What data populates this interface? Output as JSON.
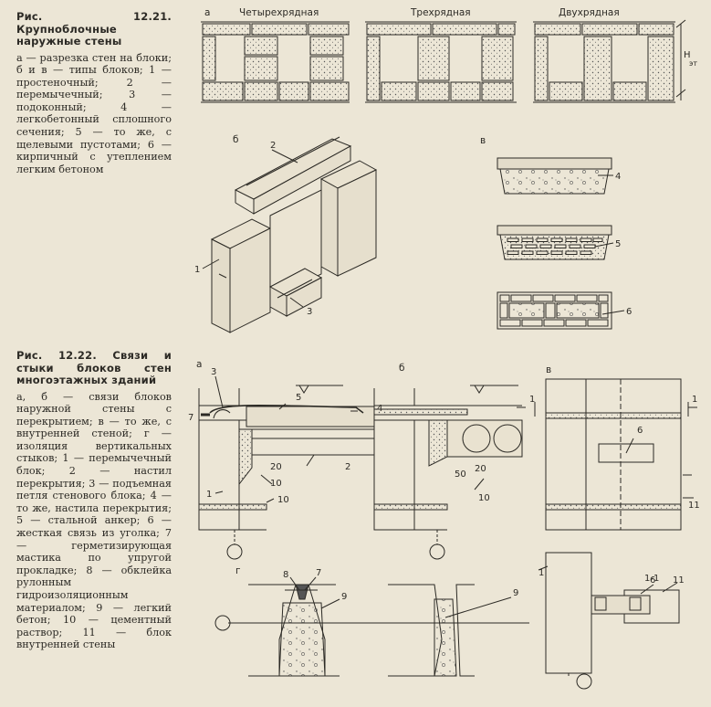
{
  "fig_12_21": {
    "title": "Рис. 12.21. Крупноблочные наружные стены",
    "caption": "а — разрезка стен на блоки; б и в — типы блоков; 1 — простеночный; 2 — перемычечный; 3 — подоконный; 4 — легкобетонный сплошного сечения; 5 — то же, с щелевыми пустотами; 6 — кирпичный с утеплением легким бетоном",
    "panel_letters": [
      "а",
      "б",
      "в"
    ],
    "wall_types": [
      "Четырехрядная",
      "Трехрядная",
      "Двухрядная"
    ],
    "height_label": "Н",
    "height_sub": "эт",
    "block_numbers": [
      "1",
      "2",
      "3",
      "4",
      "5",
      "6"
    ]
  },
  "fig_12_22": {
    "title": "Рис. 12.22. Связи и стыки блоков стен многоэтажных зданий",
    "caption": "а, б — связи блоков наружной стены с перекрытием; в — то же, с внутренней стеной; г — изоляция вертикальных стыков; 1 — перемычечный блок; 2 — настил перекрытия; 3 — подъемная петля стенового блока; 4 — то же, настила перекрытия; 5 — стальной анкер; 6 — жесткая связь из уголка; 7 — герметизирующая мастика по упругой прокладке; 8 — обклейка рулонным гидроизоляционным материалом; 9 — легкий бетон; 10 — цементный раствор; 11 — блок внутренней стены",
    "panel_letters": [
      "а",
      "б",
      "в",
      "г"
    ],
    "section_label": "1-1",
    "dims": [
      "20",
      "50",
      "20"
    ],
    "callouts": [
      "1",
      "2",
      "3",
      "4",
      "5",
      "6",
      "7",
      "8",
      "9",
      "10",
      "11"
    ]
  }
}
